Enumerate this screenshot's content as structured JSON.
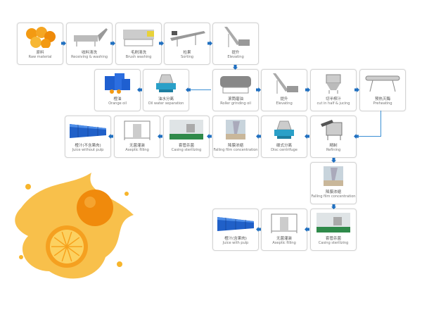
{
  "steps": {
    "raw": {
      "zh": "原料",
      "en": "Raw material"
    },
    "receiving": {
      "zh": "收料清洗",
      "en": "Receiving & washing"
    },
    "brush": {
      "zh": "毛刷清洗",
      "en": "Brush washing"
    },
    "sorting": {
      "zh": "检果",
      "en": "Sorting"
    },
    "elev1": {
      "zh": "提升",
      "en": "Elevating"
    },
    "preheat": {
      "zh": "预热灭酶",
      "en": "Preheating"
    },
    "cut": {
      "zh": "切半榨汁",
      "en": "cut in half & jucing"
    },
    "elev2": {
      "zh": "提升",
      "en": "Elevating"
    },
    "roller": {
      "zh": "滚筒磨油",
      "en": "Roller grinding oil"
    },
    "oilsep": {
      "zh": "油水分离",
      "en": "Oil water separation"
    },
    "orangeoil": {
      "zh": "橙油",
      "en": "Orange oil"
    },
    "refining": {
      "zh": "精制",
      "en": "Refining"
    },
    "disc": {
      "zh": "碟式分离",
      "en": "Disc centrifuge"
    },
    "falling1": {
      "zh": "降膜浓缩",
      "en": "Falling film concentration"
    },
    "casing1": {
      "zh": "套管杀菌",
      "en": "Casing sterilizing"
    },
    "aseptic1": {
      "zh": "无菌灌装",
      "en": "Aseptic filling"
    },
    "nopulp": {
      "zh": "橙汁(不含果肉)",
      "en": "Juice without pulp"
    },
    "falling2": {
      "zh": "降膜浓缩",
      "en": "Falling film concentration"
    },
    "casing2": {
      "zh": "套管杀菌",
      "en": "Casing sterilizing"
    },
    "aseptic2": {
      "zh": "无菌灌装",
      "en": "Aseptic filling"
    },
    "withpulp": {
      "zh": "橙汁(含果肉)",
      "en": "Juice with pulp"
    }
  },
  "colors": {
    "arrow": "#1f6fc0",
    "line": "#3b8fd4",
    "orange": "#f39a12"
  }
}
